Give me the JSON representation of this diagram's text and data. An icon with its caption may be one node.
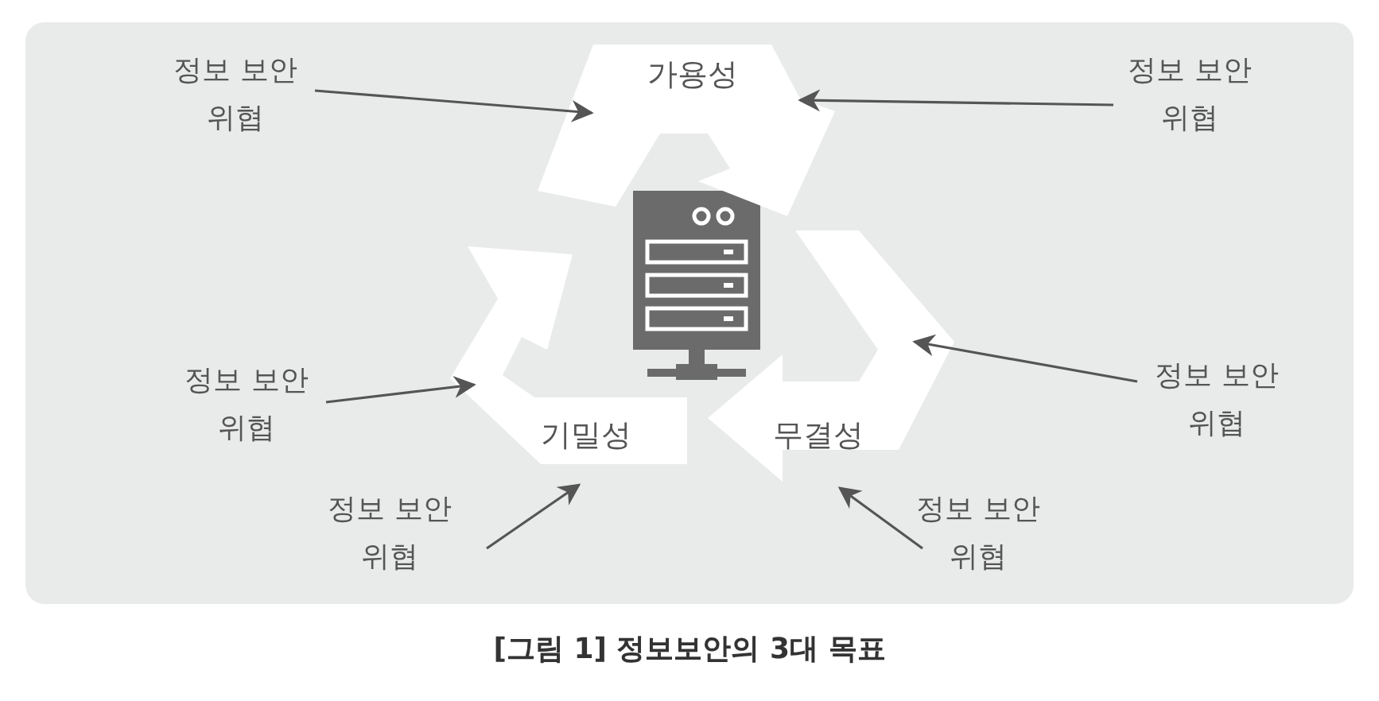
{
  "diagram": {
    "caption": "[그림 1] 정보보안의 3대 목표",
    "nodes": [
      {
        "text": [
          "정보 보안 위협"
        ]
      },
      {
        "text": [
          "가용성"
        ]
      },
      {
        "text": [
          "정보 보안 위협"
        ]
      },
      {
        "text": [
          "정보 보안 위협"
        ]
      },
      {
        "text": [
          "정보 보안 위협"
        ]
      },
      {
        "text": [
          "기밀성"
        ]
      },
      {
        "text": [
          "무결성"
        ]
      },
      {
        "text": [
          "정보 보안 위협"
        ]
      },
      {
        "text": [
          "정보 보안 위협"
        ]
      }
    ],
    "edges": [
      {
        "from": 0,
        "to": 1,
        "arrow": "to"
      },
      {
        "from": 2,
        "to": 1,
        "arrow": "to"
      },
      {
        "from": 3,
        "to": 5,
        "arrow": "to"
      },
      {
        "from": 4,
        "to": 6,
        "arrow": "to"
      },
      {
        "from": 7,
        "to": 5,
        "arrow": "to"
      },
      {
        "from": 8,
        "to": 6,
        "arrow": "to"
      }
    ]
  }
}
